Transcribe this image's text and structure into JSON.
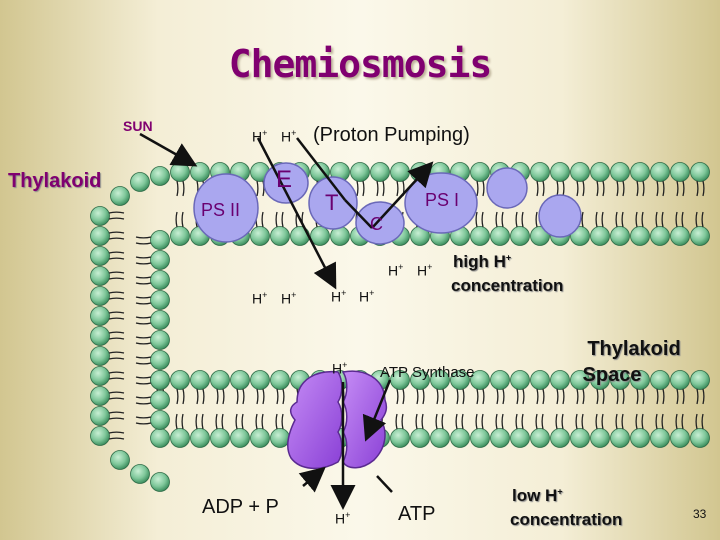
{
  "title": "Chemiosmosis",
  "sun_label": "SUN",
  "thylakoid_label": "Thylakoid",
  "proton_pumping_label": "(Proton Pumping)",
  "proton": "H",
  "proton_charge": "+",
  "complexes": {
    "ps2": "PS II",
    "e": "E",
    "t": "T",
    "c": "C",
    "ps1": "PS I"
  },
  "high_h_line1": "high H",
  "high_h_line2": "concentration",
  "atp_synthase_label": "ATP Synthase",
  "thylakoid_space_line1": "Thylakoid",
  "thylakoid_space_line2": "Space",
  "adp_label": "ADP + P",
  "atp_label": "ATP",
  "low_h_line1": "low H",
  "low_h_line2": "concentration",
  "page_number": "33",
  "colors": {
    "title": "#800070",
    "phospholipid_head": "#7fc79a",
    "complex_fill": "#aaa7ef",
    "atp_synthase_fill": "#a25ee3"
  }
}
